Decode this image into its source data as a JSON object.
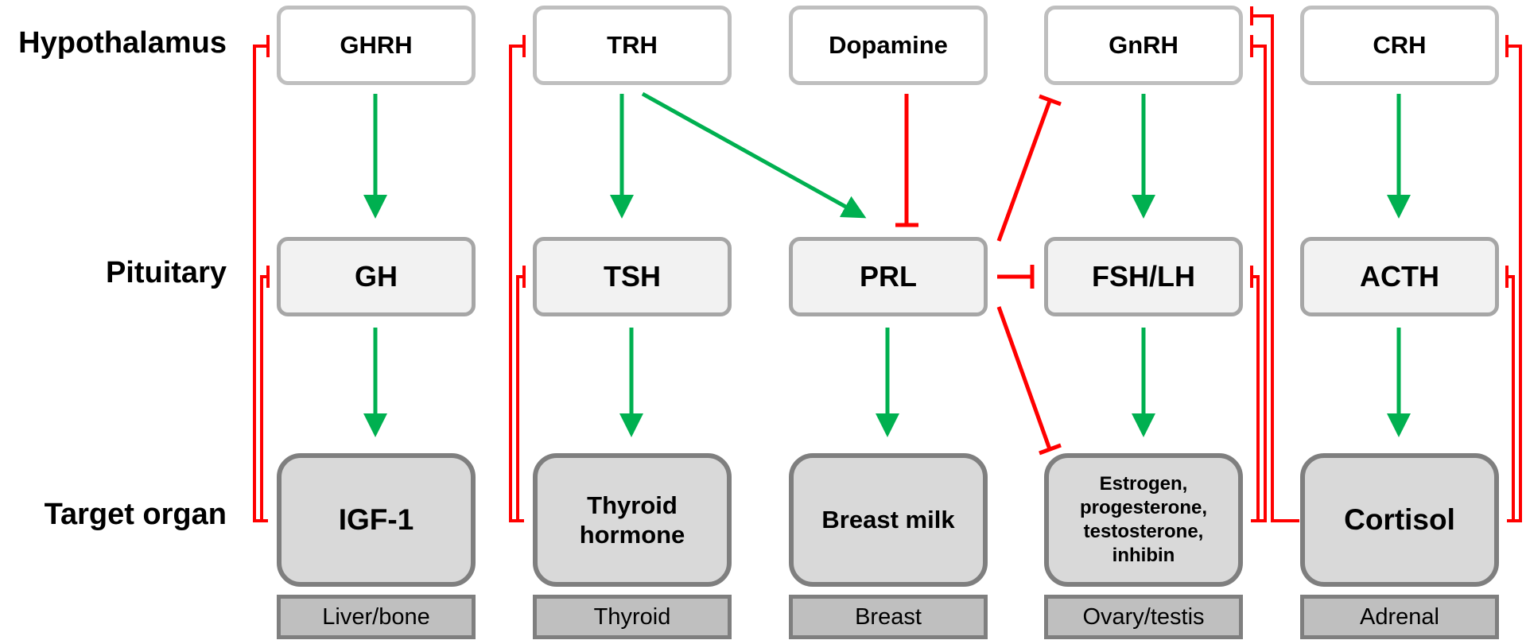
{
  "levels": {
    "hypothalamus": "Hypothalamus",
    "pituitary": "Pituitary",
    "target": "Target organ"
  },
  "axes": [
    {
      "id": "gh",
      "hypothalamus": "GHRH",
      "pituitary": "GH",
      "target": "IGF-1",
      "organ": "Liver/bone"
    },
    {
      "id": "tsh",
      "hypothalamus": "TRH",
      "pituitary": "TSH",
      "target_lines": [
        "Thyroid",
        "hormone"
      ],
      "organ": "Thyroid"
    },
    {
      "id": "prl",
      "hypothalamus": "Dopamine",
      "pituitary": "PRL",
      "target": "Breast milk",
      "organ": "Breast"
    },
    {
      "id": "gonad",
      "hypothalamus": "GnRH",
      "pituitary": "FSH/LH",
      "target_lines": [
        "Estrogen,",
        "progesterone,",
        "testosterone,",
        "inhibin"
      ],
      "organ": "Ovary/testis"
    },
    {
      "id": "adrenal",
      "hypothalamus": "CRH",
      "pituitary": "ACTH",
      "target": "Cortisol",
      "organ": "Adrenal"
    }
  ],
  "colors": {
    "stimulate": "#00b050",
    "inhibit": "#ff0000",
    "hypo_border": "#bfbfbf",
    "pit_fill": "#f2f2f2",
    "target_fill": "#d9d9d9",
    "organ_fill": "#bfbfbf"
  },
  "relationships": {
    "stimulation": [
      "GHRH→GH",
      "GH→IGF-1",
      "TRH→TSH",
      "TRH→PRL",
      "TSH→Thyroid hormone",
      "PRL→Breast milk",
      "GnRH→FSH/LH",
      "FSH/LH→Estrogen, progesterone, testosterone, inhibin",
      "CRH→ACTH",
      "ACTH→Cortisol"
    ],
    "inhibition": [
      "Dopamine⊣PRL",
      "PRL⊣GnRH",
      "PRL⊣FSH/LH",
      "PRL⊣Estrogen, progesterone, testosterone, inhibin",
      "IGF-1⊣GHRH",
      "IGF-1⊣GH",
      "Thyroid hormone⊣TRH",
      "Thyroid hormone⊣TSH",
      "Estrogen, progesterone, testosterone, inhibin⊣GnRH",
      "Estrogen, progesterone, testosterone, inhibin⊣FSH/LH",
      "Cortisol⊣GnRH",
      "Cortisol⊣CRH",
      "Cortisol⊣ACTH"
    ]
  }
}
